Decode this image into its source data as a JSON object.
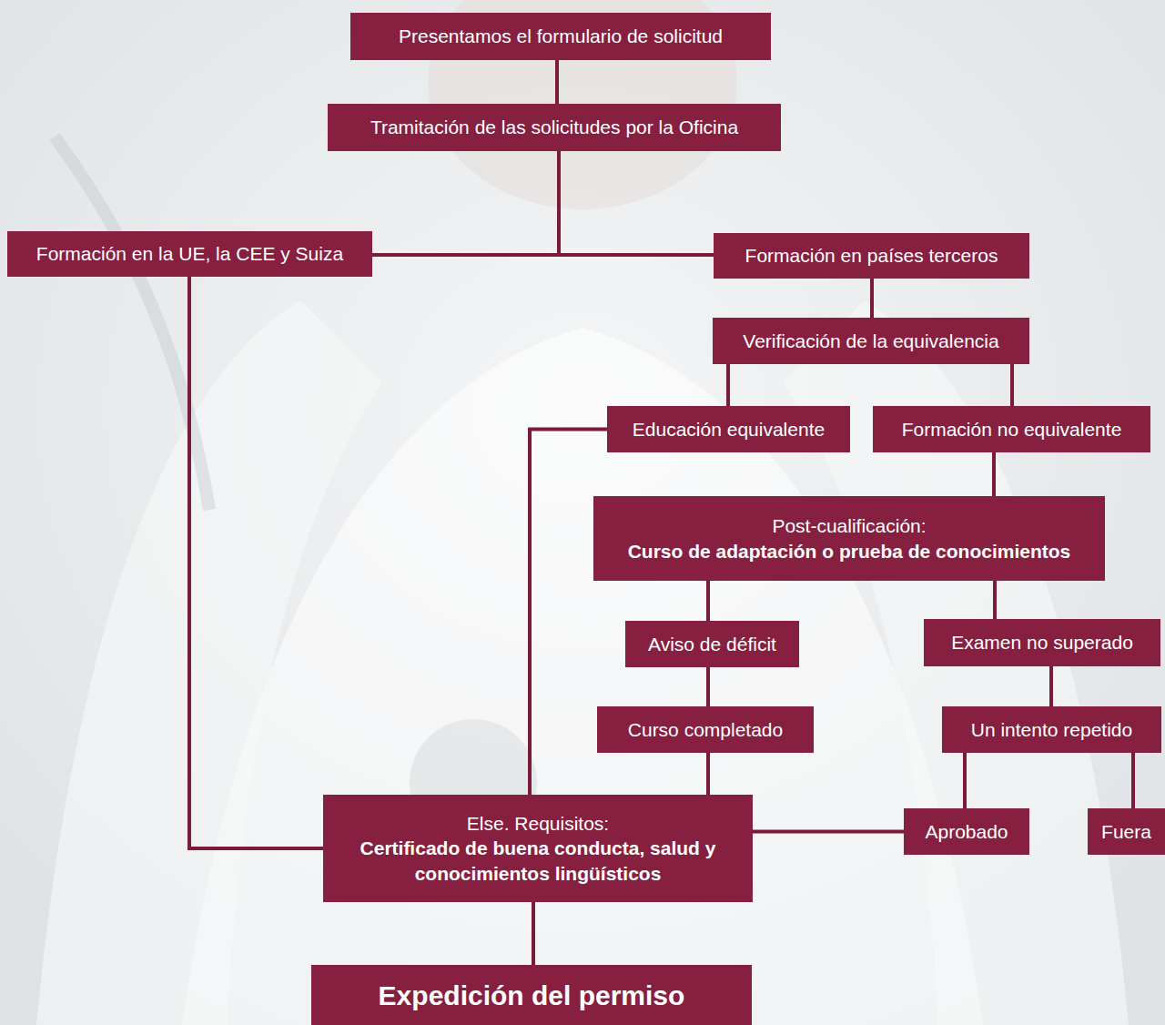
{
  "diagram": {
    "nodes": [
      {
        "text": [
          "Presentamos el formulario de solicitud"
        ]
      },
      {
        "text": [
          "Tramitación de las solicitudes por la Oficina"
        ]
      },
      {
        "text": [
          "Formación en la UE, la CEE y Suiza"
        ]
      },
      {
        "text": [
          "Formación en países terceros"
        ]
      },
      {
        "text": [
          "Verificación de la equivalencia"
        ]
      },
      {
        "text": [
          "Educación equivalente"
        ]
      },
      {
        "text": [
          "Formación no equivalente"
        ]
      },
      {
        "text": [
          "Post-cualificación:",
          "Curso de adaptación o prueba de conocimientos"
        ]
      },
      {
        "text": [
          "Aviso de déficit"
        ]
      },
      {
        "text": [
          "Examen no superado"
        ]
      },
      {
        "text": [
          "Curso completado"
        ]
      },
      {
        "text": [
          "Un intento repetido"
        ]
      },
      {
        "text": [
          "Else. Requisitos:",
          "Certificado de buena conducta, salud y conocimientos lingüísticos"
        ]
      },
      {
        "text": [
          "Aprobado"
        ]
      },
      {
        "text": [
          "Fuera"
        ]
      },
      {
        "text": [
          "Expedición del permiso"
        ]
      }
    ],
    "edges": [
      {
        "from": 0,
        "to": 1,
        "arrow": "none"
      },
      {
        "from": 1,
        "to": 2,
        "arrow": "none"
      },
      {
        "from": 1,
        "to": 3,
        "arrow": "none"
      },
      {
        "from": 3,
        "to": 4,
        "arrow": "none"
      },
      {
        "from": 4,
        "to": 5,
        "arrow": "none"
      },
      {
        "from": 4,
        "to": 6,
        "arrow": "none"
      },
      {
        "from": 6,
        "to": 7,
        "arrow": "none"
      },
      {
        "from": 7,
        "to": 8,
        "arrow": "none"
      },
      {
        "from": 7,
        "to": 9,
        "arrow": "none"
      },
      {
        "from": 8,
        "to": 10,
        "arrow": "none"
      },
      {
        "from": 9,
        "to": 11,
        "arrow": "none"
      },
      {
        "from": 11,
        "to": 13,
        "arrow": "none"
      },
      {
        "from": 11,
        "to": 14,
        "arrow": "none"
      },
      {
        "from": 10,
        "to": 12,
        "arrow": "none"
      },
      {
        "from": 5,
        "to": 12,
        "arrow": "none"
      },
      {
        "from": 2,
        "to": 12,
        "arrow": "none"
      },
      {
        "from": 13,
        "to": 12,
        "arrow": "none"
      },
      {
        "from": 12,
        "to": 15,
        "arrow": "none"
      }
    ]
  }
}
